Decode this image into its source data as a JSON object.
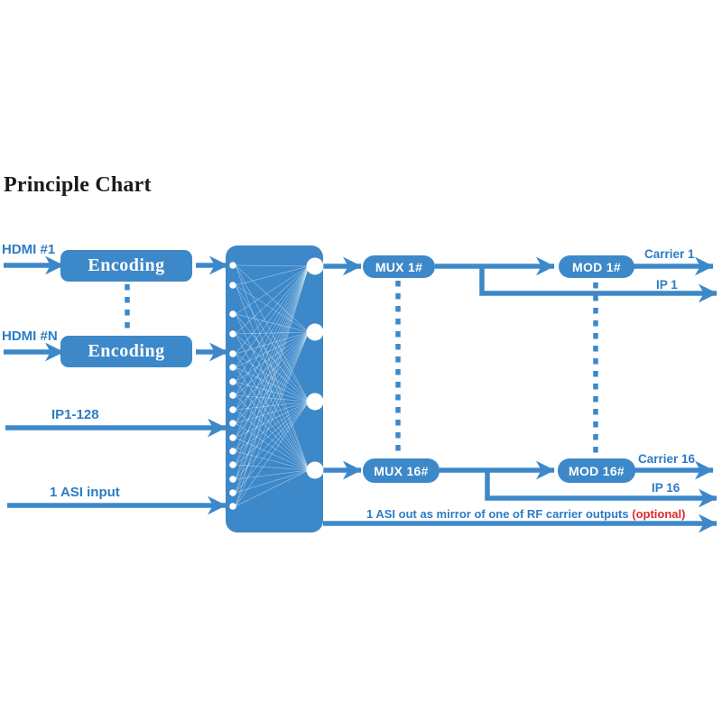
{
  "title": "Principle Chart",
  "colors": {
    "primary": "#3d88c9",
    "label": "#2c7cc4",
    "block_text": "#ffffff",
    "optional_red": "#e02a2a",
    "title_text": "#1a1a1a",
    "mesh_white": "#ffffff"
  },
  "inputs": {
    "hdmi1": "HDMI #1",
    "hdmiN": "HDMI #N",
    "ip": "IP1-128",
    "asi": "1 ASI input"
  },
  "blocks": {
    "encoding1": "Encoding",
    "encoding2": "Encoding",
    "mux1": "MUX 1#",
    "mux16": "MUX 16#",
    "mod1": "MOD 1#",
    "mod16": "MOD 16#"
  },
  "outputs": {
    "carrier1": "Carrier 1",
    "ip1": "IP 1",
    "carrier16": "Carrier 16",
    "ip16": "IP 16",
    "asi_note": "1 ASI out as mirror of one of RF carrier outputs",
    "asi_optional": "(optional)"
  },
  "matrix": {
    "input_ports": 16,
    "output_ports": 4
  }
}
